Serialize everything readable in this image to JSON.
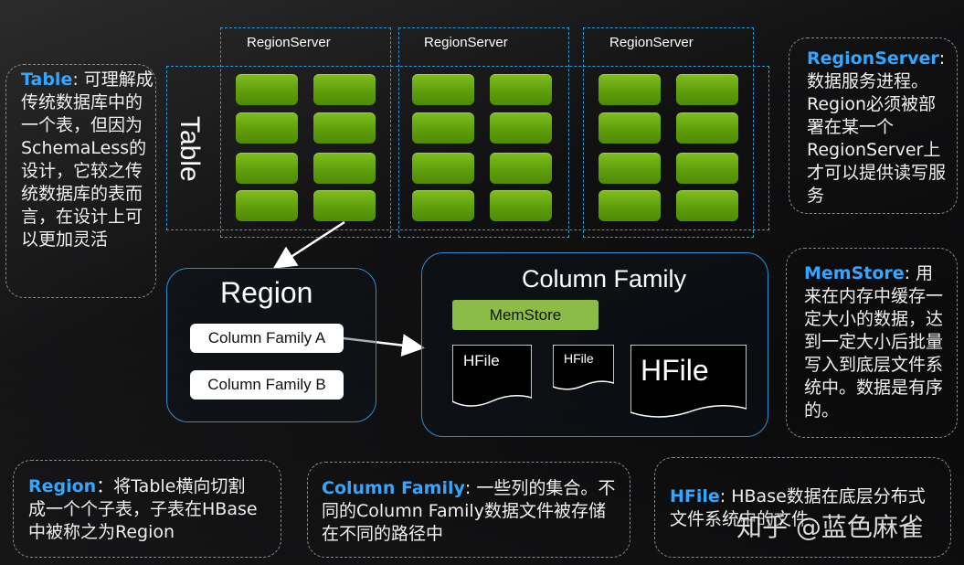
{
  "region_servers": [
    "RegionServer",
    "RegionServer",
    "RegionServer"
  ],
  "table_label": "Table",
  "region_box": {
    "title": "Region",
    "families": [
      "Column Family A",
      "Column Family B"
    ]
  },
  "cf_box": {
    "title": "Column Family",
    "memstore": "MemStore",
    "hfiles": [
      "HFile",
      "HFile",
      "HFile"
    ]
  },
  "notes": {
    "table": {
      "keyword": "Table",
      "text": ": 可理解成传统数据库中的一个表，但因为SchemaLess的设计，它较之传统数据库的表而言，在设计上可以更加灵活"
    },
    "regionserver": {
      "keyword": "RegionServer",
      "text": ": 数据服务进程。Region必须被部署在某一个RegionServer上才可以提供读写服务"
    },
    "memstore": {
      "keyword": "MemStore",
      "text": ": 用来在内存中缓存一定大小的数据，达到一定大小后批量写入到底层文件系统中。数据是有序的。"
    },
    "region": {
      "keyword": "Region",
      "text": "：将Table横向切割成一个个子表，子表在HBase中被称之为Region"
    },
    "columnfamily": {
      "keyword": "Column Family",
      "text": ": 一些列的集合。不同的Column Family数据文件被存储在不同的路径中"
    },
    "hfile": {
      "keyword": "HFile",
      "text": ": HBase数据在底层分布式文件系统中的文件"
    }
  },
  "watermark": "知乎 @蓝色麻雀",
  "colors": {
    "accent": "#33a6ff",
    "cell_green": "#6aa814",
    "memstore_green": "#8dbb47",
    "border_blue": "#2a8fd0"
  }
}
